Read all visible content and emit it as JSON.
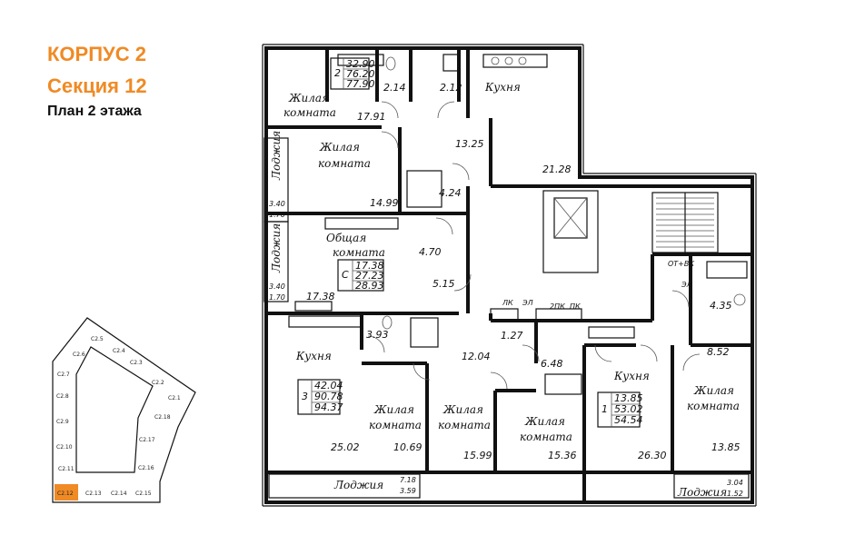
{
  "header": {
    "building": "КОРПУС 2",
    "section": "Секция 12",
    "floor": "План 2 этажа"
  },
  "labels": {
    "living": "Жилая",
    "room": "комната",
    "kitchen": "Кухня",
    "loggia": "Лоджия",
    "common": "Общая",
    "lk": "ЛК",
    "el": "ЭЛ",
    "lk2": "2ПК",
    "pk": "ПК",
    "otvk": "ОТ+ВК",
    "el2": "ЭЛ"
  },
  "apartments": [
    {
      "rooms": "2",
      "living_area": "32.90",
      "total_area": "76.20",
      "total_with_loggia": "77.90"
    },
    {
      "rooms": "С",
      "living_area": "17.38",
      "total_area": "27.23",
      "total_with_loggia": "28.93"
    },
    {
      "rooms": "3",
      "living_area": "42.04",
      "total_area": "90.78",
      "total_with_loggia": "94.37"
    },
    {
      "rooms": "1",
      "living_area": "13.85",
      "total_area": "53.02",
      "total_with_loggia": "54.54"
    }
  ],
  "areas": {
    "a1791": "17.91",
    "a214": "2.14",
    "a212": "2.12",
    "a1325": "13.25",
    "a2128": "21.28",
    "a1499": "14.99",
    "a424": "4.24",
    "a1738": "17.38",
    "a470": "4.70",
    "a515": "5.15",
    "a393": "3.93",
    "a127": "1.27",
    "a1204": "12.04",
    "a648": "6.48",
    "a435": "4.35",
    "a852": "8.52",
    "a2502": "25.02",
    "a1069": "10.69",
    "a1599": "15.99",
    "a1536": "15.36",
    "a2630": "26.30",
    "a1385": "13.85"
  },
  "loggias": [
    {
      "full": "3.40",
      "reduced": "1.70"
    },
    {
      "full": "3.40",
      "reduced": "1.70"
    },
    {
      "full": "7.18",
      "reduced": "3.59"
    },
    {
      "full": "3.04",
      "reduced": "1.52"
    }
  ],
  "keyplan": {
    "sections": [
      "C2.5",
      "C2.6",
      "C2.4",
      "C2.3",
      "C2.7",
      "C2.2",
      "C2.8",
      "C2.1",
      "C2.9",
      "C2.18",
      "C2.17",
      "C2.10",
      "C2.16",
      "C2.11",
      "C2.12",
      "C2.13",
      "C2.14",
      "C2.15"
    ],
    "highlight": "C2.12",
    "highlight_color": "#f08a24"
  },
  "colors": {
    "accent": "#f08a24",
    "wall": "#111111"
  }
}
